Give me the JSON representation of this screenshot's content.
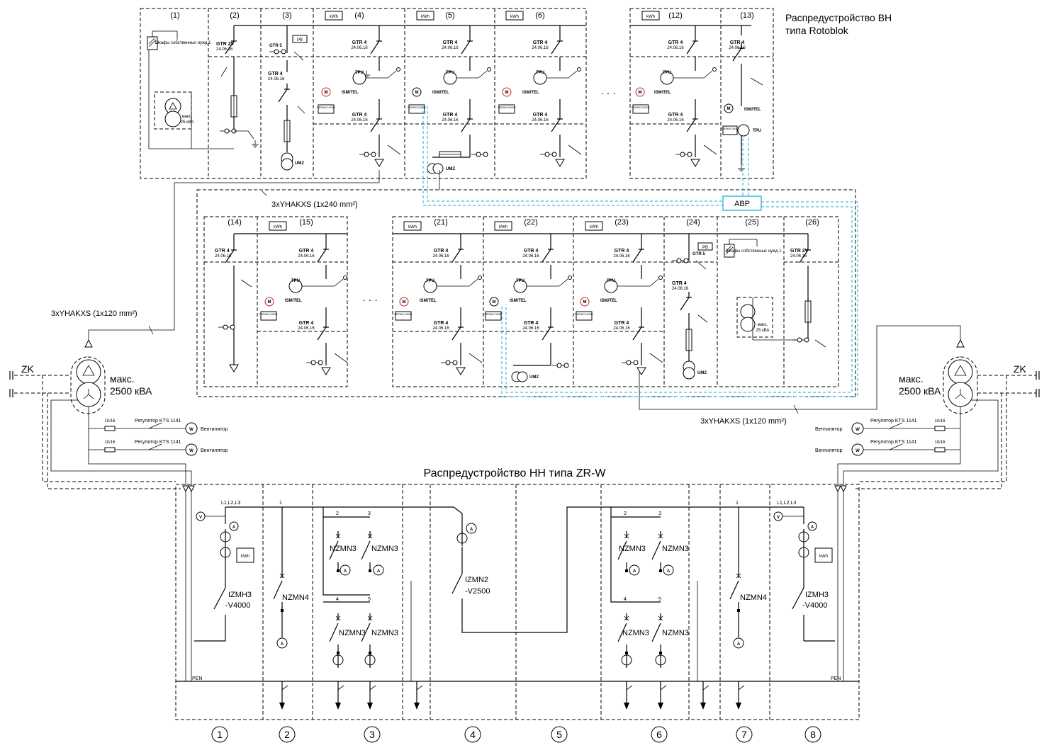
{
  "hv": {
    "title_line1": "Распредустройство ВН",
    "title_line2": "типа Rotoblok",
    "upper_numbers": [
      "(1)",
      "(2)",
      "(3)",
      "(4)",
      "(5)",
      "(6)",
      "(12)",
      "(13)"
    ],
    "lower_numbers": [
      "(14)",
      "(15)",
      "(21)",
      "(22)",
      "(23)",
      "(24)",
      "(25)",
      "(26)"
    ],
    "kwh": "kWh",
    "gtr4": "GTR 4",
    "gtr2v": "GTR 2V",
    "gtr5": "GTR 5",
    "date": "24.06.16",
    "tpu": "TPU",
    "ismtel": "ISM/TEL",
    "umz": "UMZ",
    "rb": "РВ",
    "sepam": "SEPAM 1000+",
    "aux_cabinet": "Шкафы собственных нужд 1",
    "aux_max": "макс.",
    "aux_kva": "25 кВА",
    "avr": "АВР",
    "ellipsis": "· · ·",
    "cable_240": "3xYHAKXS (1x240 mm²)",
    "cable_120_left": "3xYHAKXS (1x120 mm²)",
    "cable_120_right": "3xYHAKXS (1x120 mm²)"
  },
  "transformers": {
    "zk": "ZK",
    "max": "макс.",
    "power": "2500 кВА",
    "regulator": "Регулятор KTS 1141",
    "fan": "Вентилятор",
    "fuse": "10/16",
    "w": "W"
  },
  "lv": {
    "title": "Распредустройство НН типа ZR-W",
    "bus": "L1,L2,L3",
    "pen": "PEN",
    "izmh3": "IZMH3",
    "v4000": "-V4000",
    "nzmn4": "NZMN4",
    "nzmn3": "NZMN3",
    "izmn2": "IZMN2",
    "v2500": "-V2500",
    "kwh": "kWh",
    "v": "V",
    "a": "A",
    "feeder_numbers": [
      "1",
      "2",
      "3",
      "4",
      "5"
    ],
    "sections": [
      "1",
      "2",
      "3",
      "4",
      "5",
      "6",
      "7",
      "8"
    ]
  }
}
